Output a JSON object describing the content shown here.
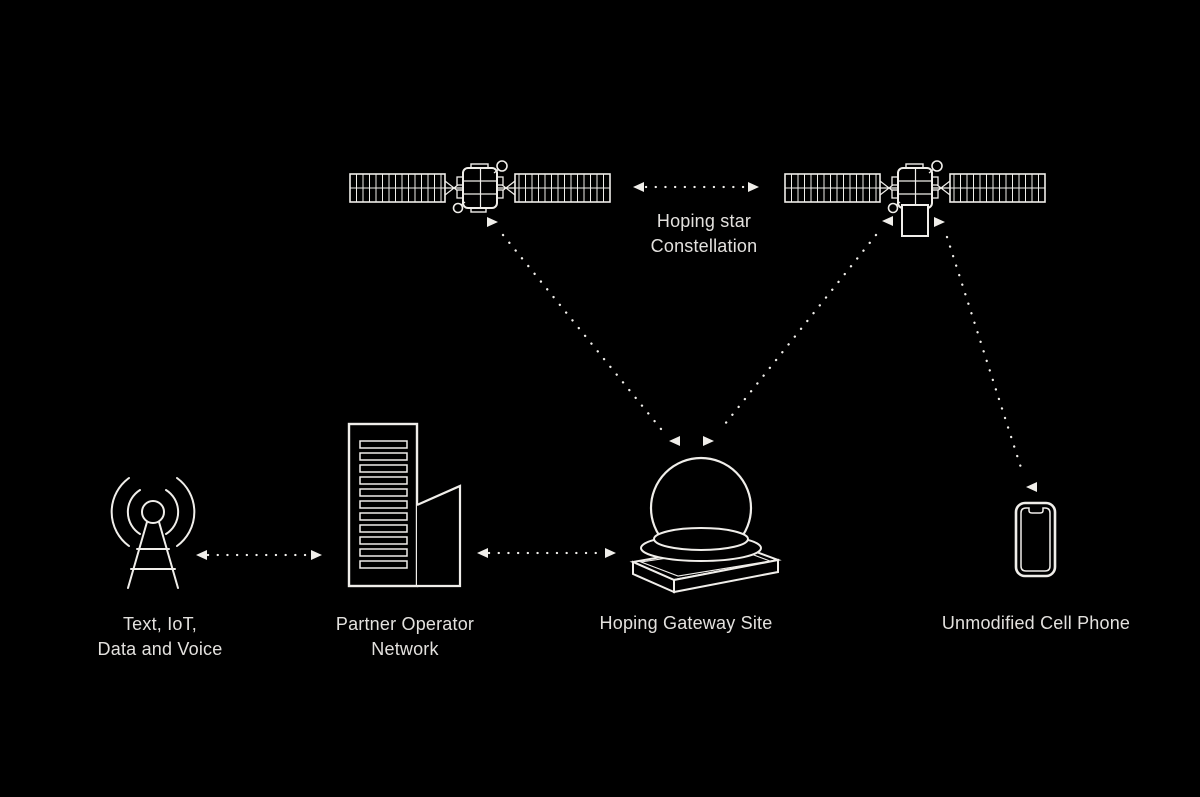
{
  "colors": {
    "background": "#000000",
    "line": "#f0eeea",
    "text": "#e3e1de"
  },
  "constellation_label": {
    "line1": "Hoping star",
    "line2": "Constellation"
  },
  "nodes": [
    {
      "id": "source",
      "icon": "cell-tower-icon",
      "label_lines": [
        "Text, IoT,",
        "Data and Voice"
      ]
    },
    {
      "id": "partner-network",
      "icon": "office-building-icon",
      "label_lines": [
        "Partner Operator",
        "Network"
      ]
    },
    {
      "id": "gateway",
      "icon": "radome-gateway-icon",
      "label_lines": [
        "Hoping Gateway Site"
      ]
    },
    {
      "id": "cell-phone",
      "icon": "smartphone-icon",
      "label_lines": [
        "Unmodified Cell Phone"
      ]
    },
    {
      "id": "satellite-left",
      "icon": "satellite-icon",
      "label_lines": []
    },
    {
      "id": "satellite-right",
      "icon": "satellite-icon",
      "label_lines": []
    }
  ],
  "links": [
    {
      "from": "satellite-left",
      "to": "satellite-right",
      "style": "dotted",
      "bidirectional": true
    },
    {
      "from": "source",
      "to": "partner-network",
      "style": "dotted",
      "bidirectional": true
    },
    {
      "from": "partner-network",
      "to": "gateway",
      "style": "dotted",
      "bidirectional": true
    },
    {
      "from": "satellite-left",
      "to": "gateway",
      "style": "dotted",
      "bidirectional": true
    },
    {
      "from": "satellite-right",
      "to": "gateway",
      "style": "dotted",
      "bidirectional": true
    },
    {
      "from": "satellite-right",
      "to": "cell-phone",
      "style": "dotted",
      "bidirectional": true
    }
  ]
}
